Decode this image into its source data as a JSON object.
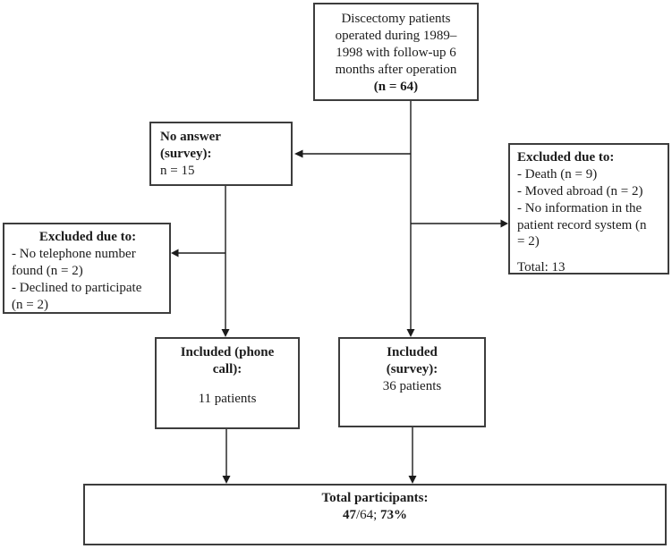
{
  "boxes": {
    "top": {
      "text": "Discectomy patients\noperated during 1989–\n1998 with follow-up 6\nmonths after operation",
      "n_value": "(n = 64)"
    },
    "no_answer": {
      "title": "No answer\n(survey):",
      "body": "n = 15"
    },
    "excluded_right": {
      "title": "Excluded due to:",
      "items": [
        "- Death (n = 9)",
        "- Moved abroad (n = 2)",
        "- No information in the\npatient record system (n\n= 2)"
      ],
      "total": "Total: 13"
    },
    "excluded_left": {
      "title": "Excluded due to:",
      "items": [
        "- No telephone number\nfound (n = 2)",
        "- Declined to participate\n(n = 2)"
      ]
    },
    "included_phone": {
      "title": "Included (phone\ncall):",
      "body": "11 patients"
    },
    "included_survey": {
      "title": "Included\n(survey):",
      "body": "36 patients"
    },
    "total": {
      "title": "Total participants:",
      "value_bold_1": "47",
      "value_regular": "/64; ",
      "value_bold_2": "73%"
    }
  },
  "colors": {
    "background": "#ffffff",
    "box_border": "#3d3d3d",
    "line": "#1c1c1c",
    "text": "#1c1c1c"
  }
}
